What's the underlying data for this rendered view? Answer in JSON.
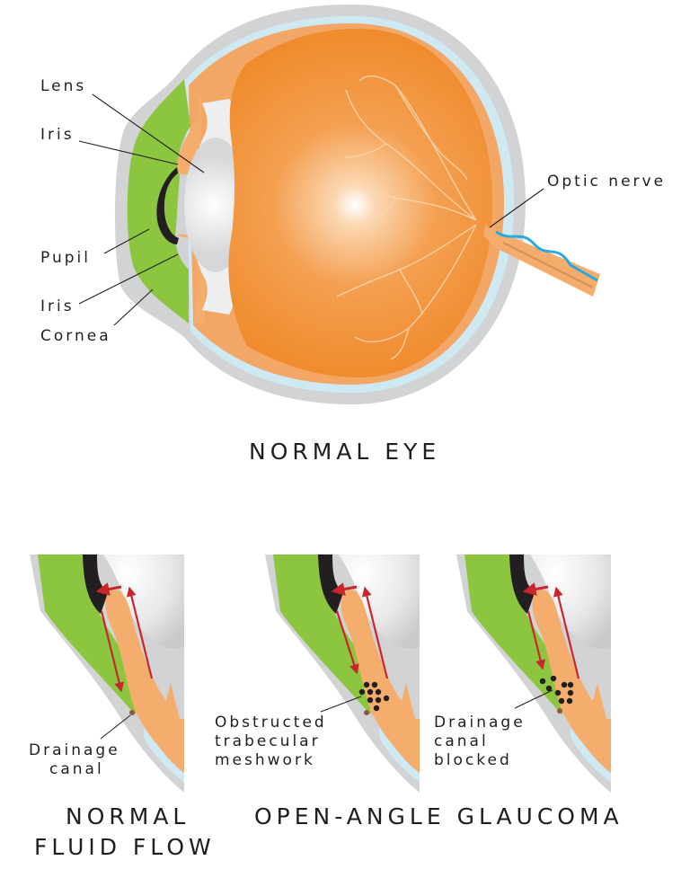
{
  "main_diagram": {
    "title": "NORMAL EYE",
    "labels": {
      "lens": "Lens",
      "iris_top": "Iris",
      "pupil": "Pupil",
      "iris_bottom": "Iris",
      "cornea": "Cornea",
      "optic_nerve": "Optic nerve"
    }
  },
  "panels": [
    {
      "id": "normal",
      "label": "Drainage canal",
      "label_lines": [
        "Drainage",
        "canal"
      ],
      "title_lines": [
        "NORMAL",
        "FLUID FLOW"
      ]
    },
    {
      "id": "obstructed",
      "label_lines": [
        "Obstructed",
        "trabecular",
        "meshwork"
      ]
    },
    {
      "id": "blocked",
      "label_lines": [
        "Drainage",
        "canal",
        "blocked"
      ]
    }
  ],
  "glaucoma_title": "OPEN-ANGLE GLAUCOMA",
  "colors": {
    "sclera": "#d2d3d5",
    "choroid_blue": "#cfe9f3",
    "retina_light": "#f3a766",
    "vitreous_orange": "#f18a2c",
    "cornea_green": "#8cc63f",
    "iris_tan": "#f4ad6c",
    "pupil_black": "#231f20",
    "lens_gray": "#e6e7e8",
    "vessel": "#f7d9b5",
    "nerve_blue": "#27aae1",
    "arrow_red": "#c9252c",
    "canal_brown": "#8b5a3c"
  }
}
